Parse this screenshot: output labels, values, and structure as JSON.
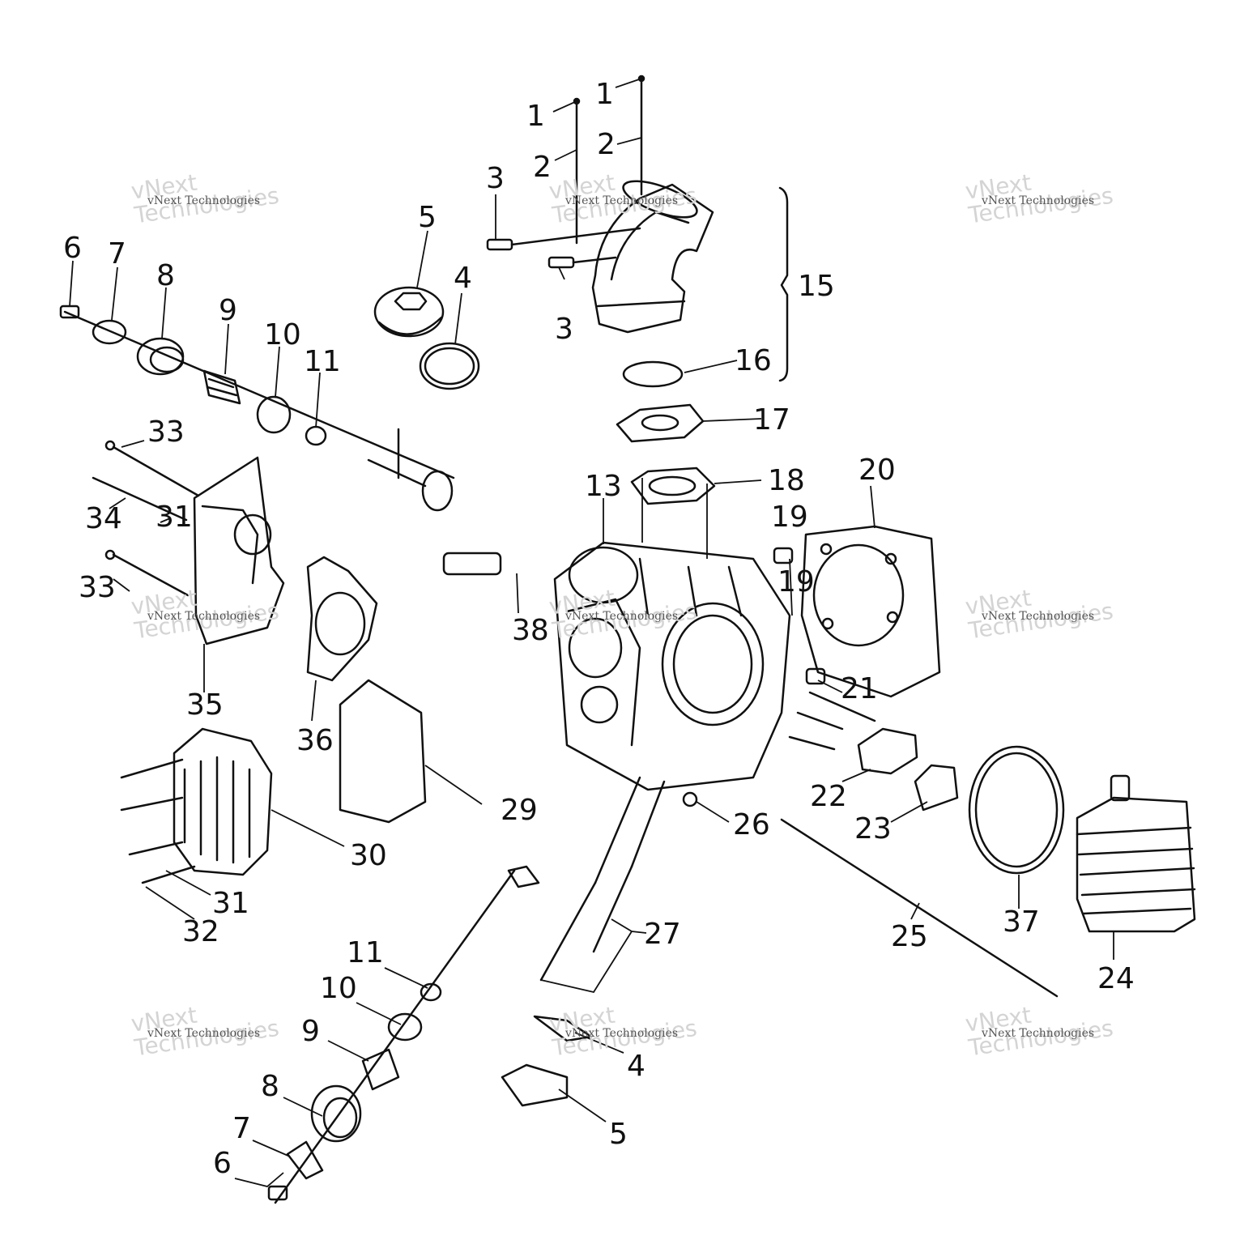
{
  "diagram": {
    "callouts": [
      {
        "id": "c1a",
        "text": "1"
      },
      {
        "id": "c1b",
        "text": "1"
      },
      {
        "id": "c2a",
        "text": "2"
      },
      {
        "id": "c2b",
        "text": "2"
      },
      {
        "id": "c3a",
        "text": "3"
      },
      {
        "id": "c3b",
        "text": "3"
      },
      {
        "id": "c4a",
        "text": "4"
      },
      {
        "id": "c4b",
        "text": "4"
      },
      {
        "id": "c5a",
        "text": "5"
      },
      {
        "id": "c5b",
        "text": "5"
      },
      {
        "id": "c6a",
        "text": "6"
      },
      {
        "id": "c6b",
        "text": "6"
      },
      {
        "id": "c7a",
        "text": "7"
      },
      {
        "id": "c7b",
        "text": "7"
      },
      {
        "id": "c8a",
        "text": "8"
      },
      {
        "id": "c8b",
        "text": "8"
      },
      {
        "id": "c9a",
        "text": "9"
      },
      {
        "id": "c9b",
        "text": "9"
      },
      {
        "id": "c10a",
        "text": "10"
      },
      {
        "id": "c10b",
        "text": "10"
      },
      {
        "id": "c11a",
        "text": "11"
      },
      {
        "id": "c11b",
        "text": "11"
      },
      {
        "id": "c13",
        "text": "13"
      },
      {
        "id": "c15",
        "text": "15"
      },
      {
        "id": "c16",
        "text": "16"
      },
      {
        "id": "c17",
        "text": "17"
      },
      {
        "id": "c18",
        "text": "18"
      },
      {
        "id": "c19a",
        "text": "19"
      },
      {
        "id": "c19b",
        "text": "19"
      },
      {
        "id": "c20",
        "text": "20"
      },
      {
        "id": "c21",
        "text": "21"
      },
      {
        "id": "c22",
        "text": "22"
      },
      {
        "id": "c23",
        "text": "23"
      },
      {
        "id": "c24",
        "text": "24"
      },
      {
        "id": "c25",
        "text": "25"
      },
      {
        "id": "c26",
        "text": "26"
      },
      {
        "id": "c27",
        "text": "27"
      },
      {
        "id": "c29",
        "text": "29"
      },
      {
        "id": "c30",
        "text": "30"
      },
      {
        "id": "c31a",
        "text": "31"
      },
      {
        "id": "c31b",
        "text": "31"
      },
      {
        "id": "c32",
        "text": "32"
      },
      {
        "id": "c33a",
        "text": "33"
      },
      {
        "id": "c33b",
        "text": "33"
      },
      {
        "id": "c34",
        "text": "34"
      },
      {
        "id": "c35",
        "text": "35"
      },
      {
        "id": "c36",
        "text": "36"
      },
      {
        "id": "c37",
        "text": "37"
      },
      {
        "id": "c38",
        "text": "38"
      }
    ]
  },
  "watermark": {
    "small": "vNext Technologies",
    "big": "vNext\nTechnologies"
  }
}
